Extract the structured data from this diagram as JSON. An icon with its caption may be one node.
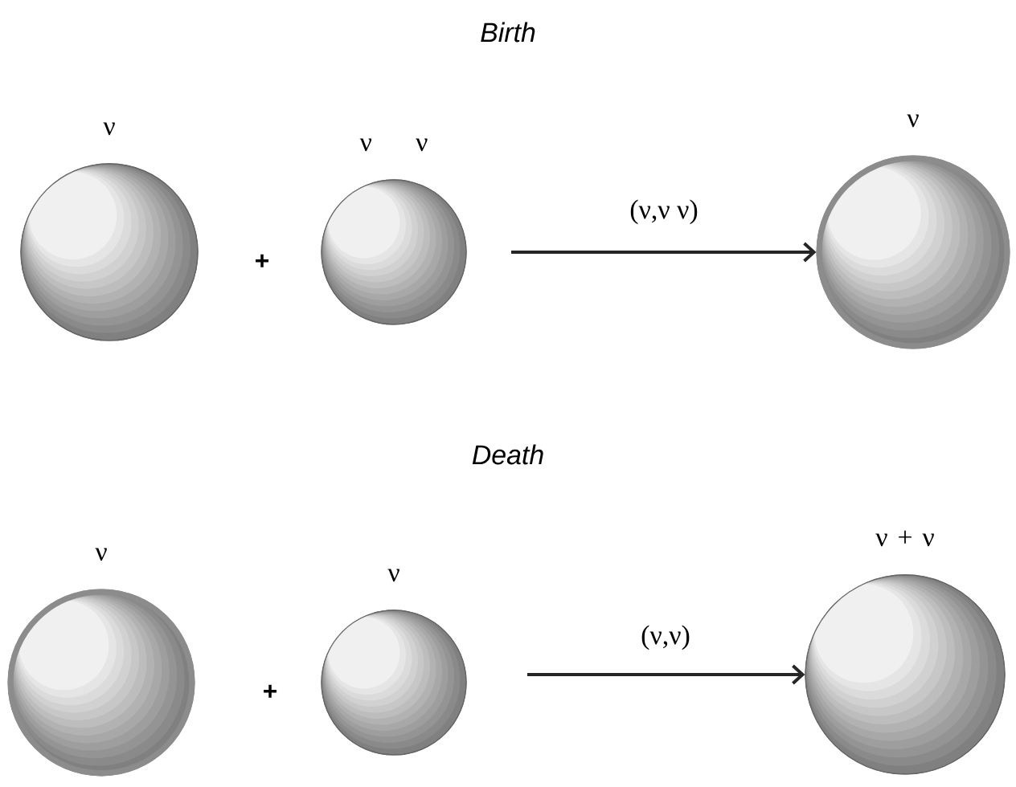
{
  "diagram": {
    "nodes": [
      {
        "text": [],
        "shape": "circle",
        "beside": [
          "ν"
        ]
      },
      {
        "text": [],
        "shape": "circle",
        "beside": [
          "ν ν"
        ]
      },
      {
        "text": [],
        "shape": "circle",
        "beside": [
          "ν"
        ]
      },
      {
        "text": [],
        "shape": "circle",
        "beside": [
          "ν"
        ]
      },
      {
        "text": [],
        "shape": "circle",
        "beside": [
          "ν"
        ]
      },
      {
        "text": [],
        "shape": "circle",
        "beside": [
          "ν + ν"
        ]
      }
    ],
    "edges": [
      {
        "from": null,
        "to": 2,
        "arrow": "to",
        "label": "(ν,ν ν)"
      },
      {
        "from": null,
        "to": 5,
        "arrow": "to",
        "label": "(ν,ν)"
      }
    ],
    "labels": [
      "Birth",
      "+",
      "Death",
      "+"
    ]
  }
}
